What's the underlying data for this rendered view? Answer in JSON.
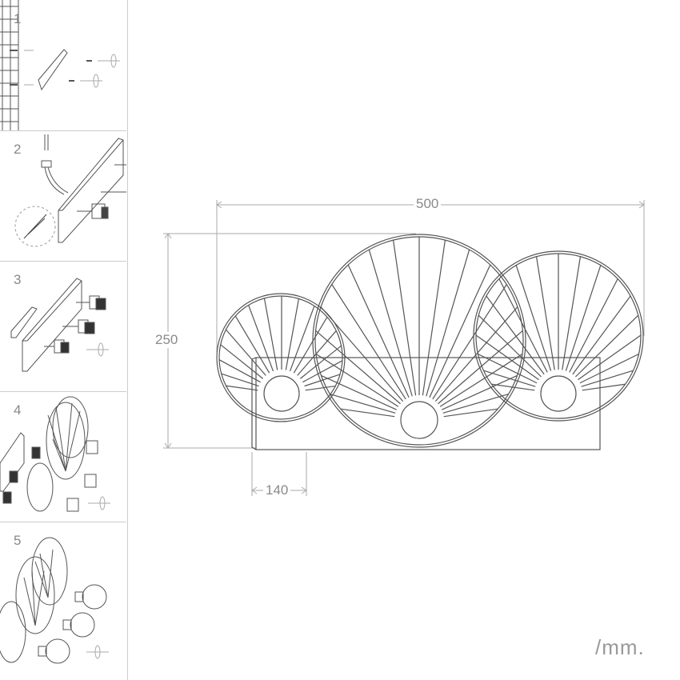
{
  "steps": [
    {
      "number": "1",
      "icon": "wall-mount-plate-icon"
    },
    {
      "number": "2",
      "icon": "wiring-connection-icon"
    },
    {
      "number": "3",
      "icon": "bracket-sockets-icon"
    },
    {
      "number": "4",
      "icon": "attach-shades-icon"
    },
    {
      "number": "5",
      "icon": "insert-bulbs-icon"
    }
  ],
  "dimensions": {
    "width": "500",
    "height": "250",
    "depth": "140",
    "unit": "/mm."
  },
  "colors": {
    "line": "#555555",
    "dimension": "#aaaaaa",
    "text": "#8a8a8a"
  }
}
